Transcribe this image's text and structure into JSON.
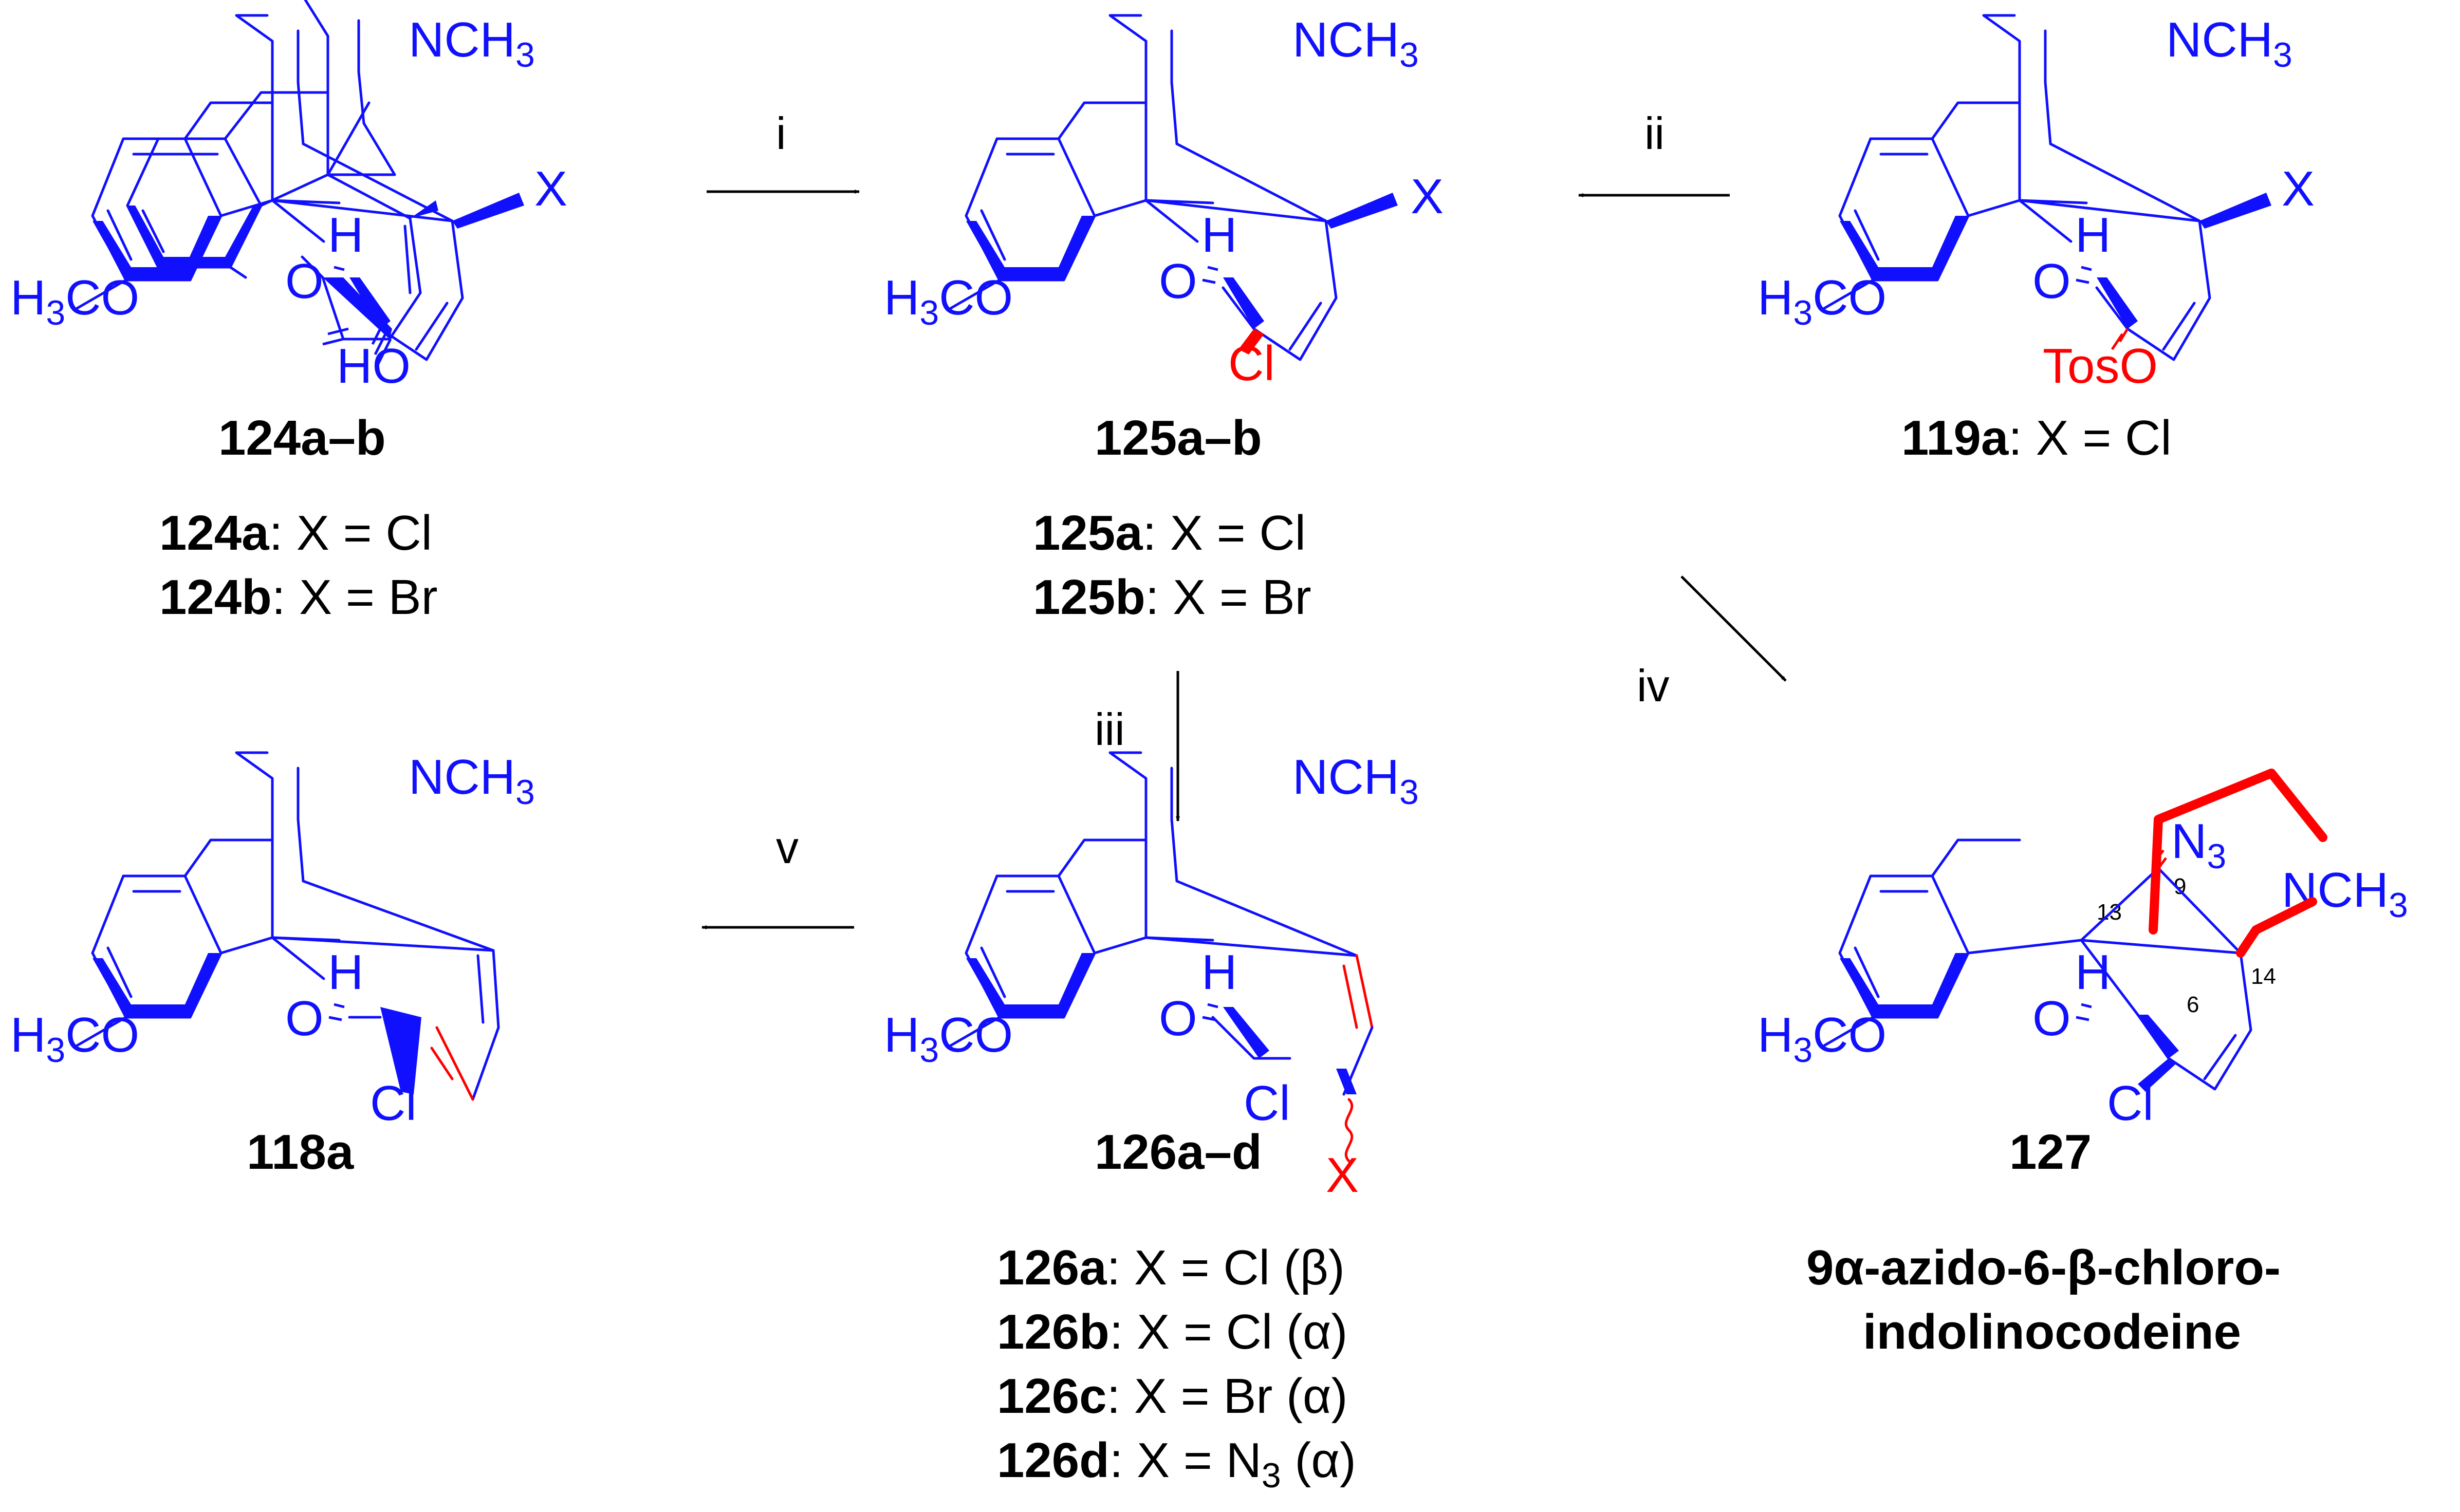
{
  "atoms": {
    "nch3": "NCH",
    "nch3_sub": "3",
    "h3co_pre": "H",
    "h3co_sub": "3",
    "h3co_post": "CO",
    "o": "O",
    "h": "H",
    "x": "X",
    "ho": "HO",
    "cl": "Cl",
    "toso": "TosO",
    "n3": "N",
    "n3_sub": "3"
  },
  "conditions": {
    "i": "i",
    "ii": "ii",
    "iii": "iii",
    "iv": "iv",
    "v": "v"
  },
  "compounds": {
    "c124": {
      "label": "124a–b",
      "variants": [
        {
          "id": "124a",
          "text": ": X = Cl"
        },
        {
          "id": "124b",
          "text": ": X = Br"
        }
      ]
    },
    "c125": {
      "label": "125a–b",
      "variants": [
        {
          "id": "125a",
          "text": ": X = Cl"
        },
        {
          "id": "125b",
          "text": ": X = Br"
        }
      ]
    },
    "c119": {
      "label_id": "119a",
      "label_text": ": X = Cl"
    },
    "c118": {
      "label": "118a"
    },
    "c126": {
      "label": "126a–d",
      "variants": [
        {
          "id": "126a",
          "text": ": X = Cl (β)"
        },
        {
          "id": "126b",
          "text": ": X = Cl (α)"
        },
        {
          "id": "126c",
          "text": ": X = Br (α)"
        },
        {
          "id": "126d_pre",
          "text": ": X = N"
        },
        {
          "id": "126d",
          "sub": "3",
          "post": " (α)"
        }
      ]
    },
    "c127": {
      "label": "127",
      "name_line1": "9α-azido-6-β-chloro-",
      "name_line2": "indolinocodeine",
      "locants": [
        "13",
        "9",
        "14",
        "6"
      ]
    }
  },
  "colors": {
    "structure": "#1010ff",
    "highlight": "#ff0000",
    "text": "#000000"
  }
}
